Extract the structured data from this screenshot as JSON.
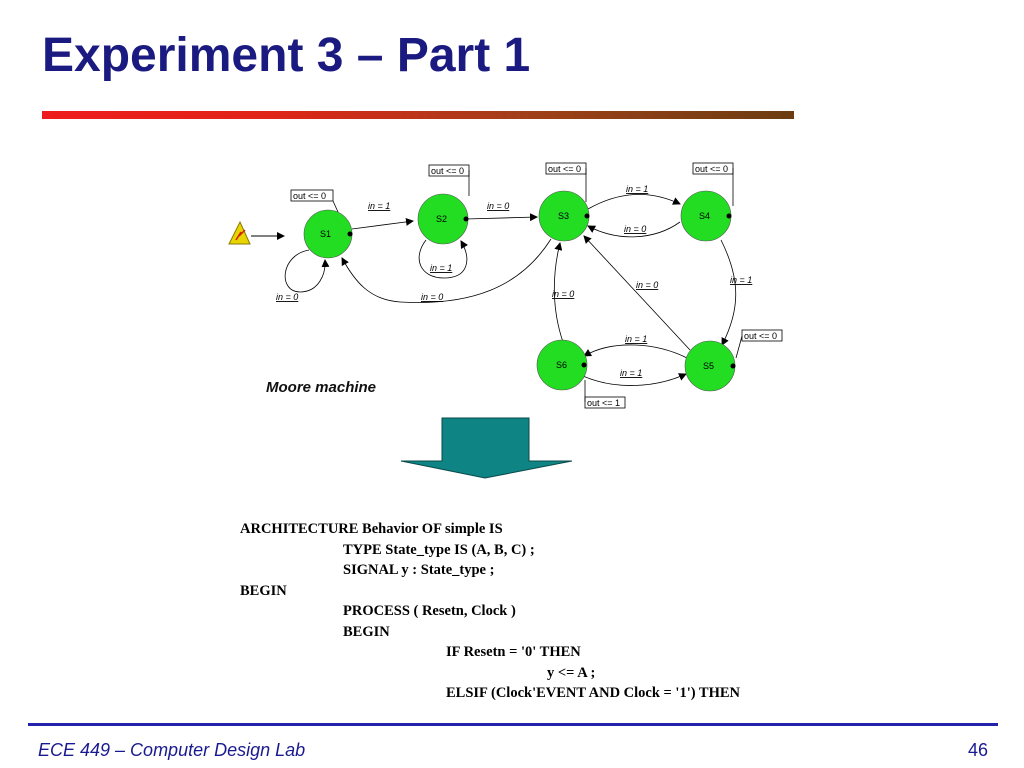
{
  "slide": {
    "title": "Experiment 3 – Part 1",
    "footer_left": "ECE 449 – Computer Design Lab",
    "page_number": "46"
  },
  "diagram": {
    "caption": "Moore machine",
    "states": [
      {
        "id": "S1",
        "output": "out <= 0"
      },
      {
        "id": "S2",
        "output": "out <= 0"
      },
      {
        "id": "S3",
        "output": "out <= 0"
      },
      {
        "id": "S4",
        "output": "out <= 0"
      },
      {
        "id": "S5",
        "output": "out <= 0"
      },
      {
        "id": "S6",
        "output": "out <= 1"
      }
    ],
    "transitions": [
      {
        "from": "S1",
        "to": "S1",
        "label": "in = 0"
      },
      {
        "from": "S1",
        "to": "S2",
        "label": "in = 1"
      },
      {
        "from": "S2",
        "to": "S2",
        "label": "in = 1"
      },
      {
        "from": "S2",
        "to": "S3",
        "label": "in = 0"
      },
      {
        "from": "S3",
        "to": "S1",
        "label": "in = 0"
      },
      {
        "from": "S3",
        "to": "S4",
        "label": "in = 1"
      },
      {
        "from": "S4",
        "to": "S3",
        "label": "in = 0"
      },
      {
        "from": "S4",
        "to": "S5",
        "label": "in = 1"
      },
      {
        "from": "S5",
        "to": "S3",
        "label": "in = 0"
      },
      {
        "from": "S5",
        "to": "S6",
        "label": "in = 1"
      },
      {
        "from": "S6",
        "to": "S5",
        "label": "in = 1"
      },
      {
        "from": "S6",
        "to": "S3",
        "label": "in = 0"
      }
    ],
    "colors": {
      "state_fill": "#22dd22",
      "arrow_fill": "#0e8484"
    }
  },
  "code": {
    "lines": [
      "ARCHITECTURE Behavior OF simple IS",
      "TYPE State_type IS (A, B, C) ;",
      "SIGNAL y : State_type ;",
      "BEGIN",
      "PROCESS ( Resetn, Clock )",
      "BEGIN",
      "IF Resetn = '0' THEN",
      "y <= A ;",
      "ELSIF (Clock'EVENT AND Clock = '1') THEN"
    ]
  }
}
